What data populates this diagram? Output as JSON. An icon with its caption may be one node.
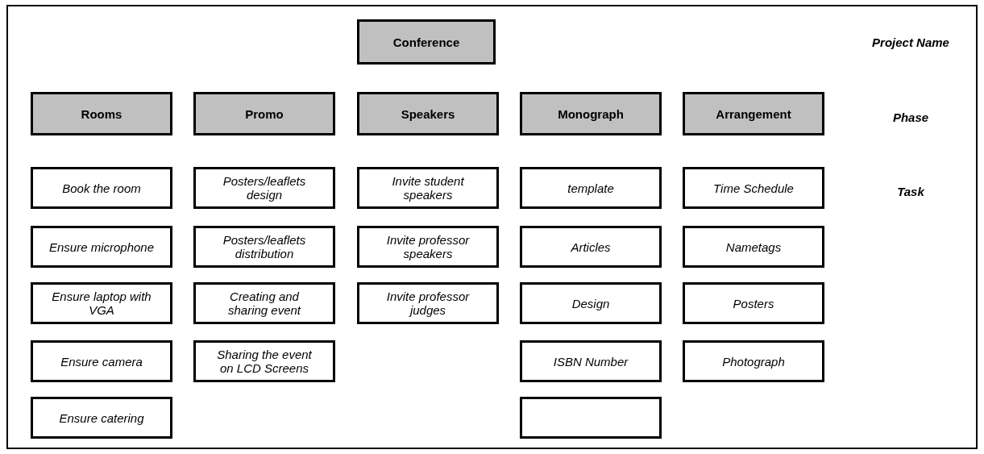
{
  "diagram": {
    "nodes": [
      {
        "text": [
          "Conference"
        ]
      },
      {
        "text": [
          "Rooms"
        ]
      },
      {
        "text": [
          "Promo"
        ]
      },
      {
        "text": [
          "Speakers"
        ]
      },
      {
        "text": [
          "Monograph"
        ]
      },
      {
        "text": [
          "Arrangement"
        ]
      },
      {
        "text": [
          "Book the room"
        ]
      },
      {
        "text": [
          "Posters/leaflets design"
        ]
      },
      {
        "text": [
          "Invite student speakers"
        ]
      },
      {
        "text": [
          "template"
        ]
      },
      {
        "text": [
          "Time Schedule"
        ]
      },
      {
        "text": [
          "Ensure microphone"
        ]
      },
      {
        "text": [
          "Posters/leaflets distribution"
        ]
      },
      {
        "text": [
          "Invite professor speakers"
        ]
      },
      {
        "text": [
          "Articles"
        ]
      },
      {
        "text": [
          "Nametags"
        ]
      },
      {
        "text": [
          "Ensure laptop with VGA"
        ]
      },
      {
        "text": [
          "Creating and sharing event"
        ]
      },
      {
        "text": [
          "Invite professor judges"
        ]
      },
      {
        "text": [
          "Design"
        ]
      },
      {
        "text": [
          "Posters"
        ]
      },
      {
        "text": [
          "Ensure camera"
        ]
      },
      {
        "text": [
          "Sharing the event on LCD Screens"
        ]
      },
      {
        "text": [
          "ISBN Number"
        ]
      },
      {
        "text": [
          "Photograph"
        ]
      },
      {
        "text": [
          "Ensure catering"
        ]
      },
      {
        "text": [],
        "shape": "box"
      }
    ],
    "labels": [
      "Project Name",
      "Phase",
      "Task"
    ]
  }
}
